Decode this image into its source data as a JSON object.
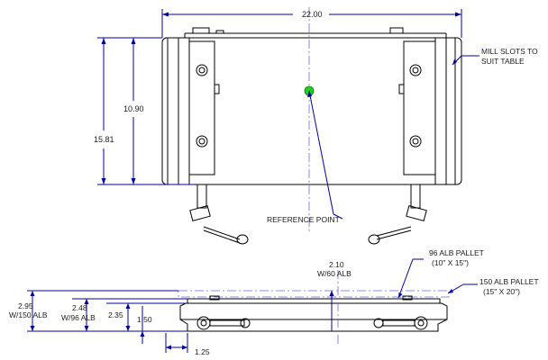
{
  "dimensions": {
    "overall_width": "22.00",
    "overall_length": "15.81",
    "inner_length": "10.90",
    "height_150": "2.95",
    "height_150_note": "W/150 ALB",
    "height_96": "2.48",
    "height_96_note": "W/96 ALB",
    "height_235": "2.35",
    "height_150b": "1.50",
    "height_60": "2.10",
    "height_60_note": "W/60 ALB",
    "offset": "1.25"
  },
  "callouts": {
    "mill_slots_line1": "MILL SLOTS TO",
    "mill_slots_line2": "SUIT TABLE",
    "reference_point": "REFERENCE POINT",
    "pallet96_line1": "96 ALB PALLET",
    "pallet96_line2": "(10\" X 15\")",
    "pallet150_line1": "150 ALB PALLET",
    "pallet150_line2": "(15\" X 20\")"
  },
  "colors": {
    "dimension": "#0000a0",
    "reference_dot": "#22cc22",
    "line": "#000000"
  }
}
